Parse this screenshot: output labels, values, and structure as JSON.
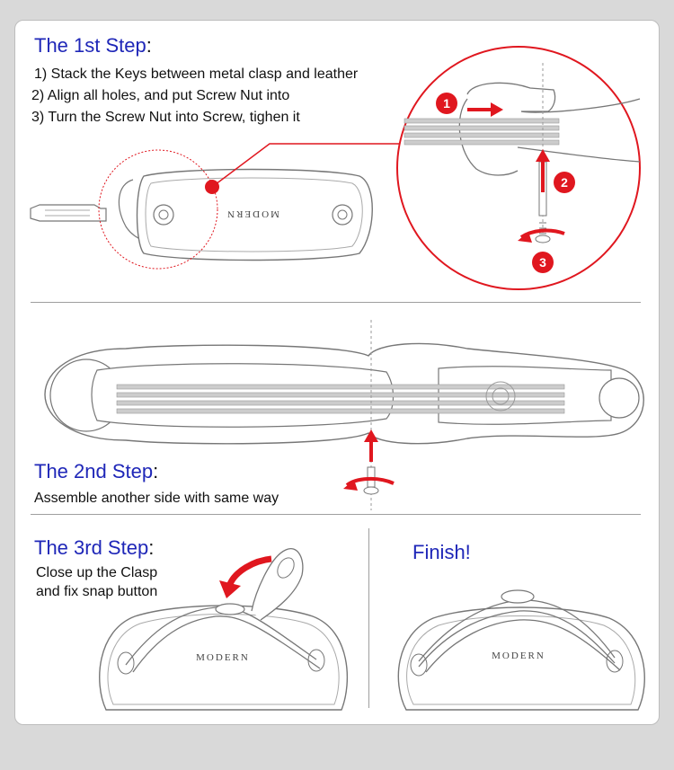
{
  "step1": {
    "title": "The 1st Step",
    "title_colon": ":",
    "instructions": [
      "1)  Stack the Keys between metal clasp and leather",
      "2) Align all holes, and put Screw Nut into",
      "3) Turn the Screw Nut into Screw, tighen it"
    ],
    "badges": [
      "1",
      "2",
      "3"
    ],
    "brand": "MODERN"
  },
  "step2": {
    "title": "The 2nd Step",
    "title_colon": ":",
    "text": "Assemble another side with same way"
  },
  "step3": {
    "title": "The 3rd Step",
    "title_colon": ":",
    "text_lines": [
      "Close up the Clasp",
      "and fix snap button"
    ],
    "brand": "MODERN"
  },
  "finish": {
    "title": "Finish!",
    "brand": "MODERN"
  },
  "colors": {
    "accent_red": "#e0171f",
    "title_blue": "#1f27b8",
    "line_gray": "#9e9e9e",
    "background": "#d9d9d9"
  }
}
